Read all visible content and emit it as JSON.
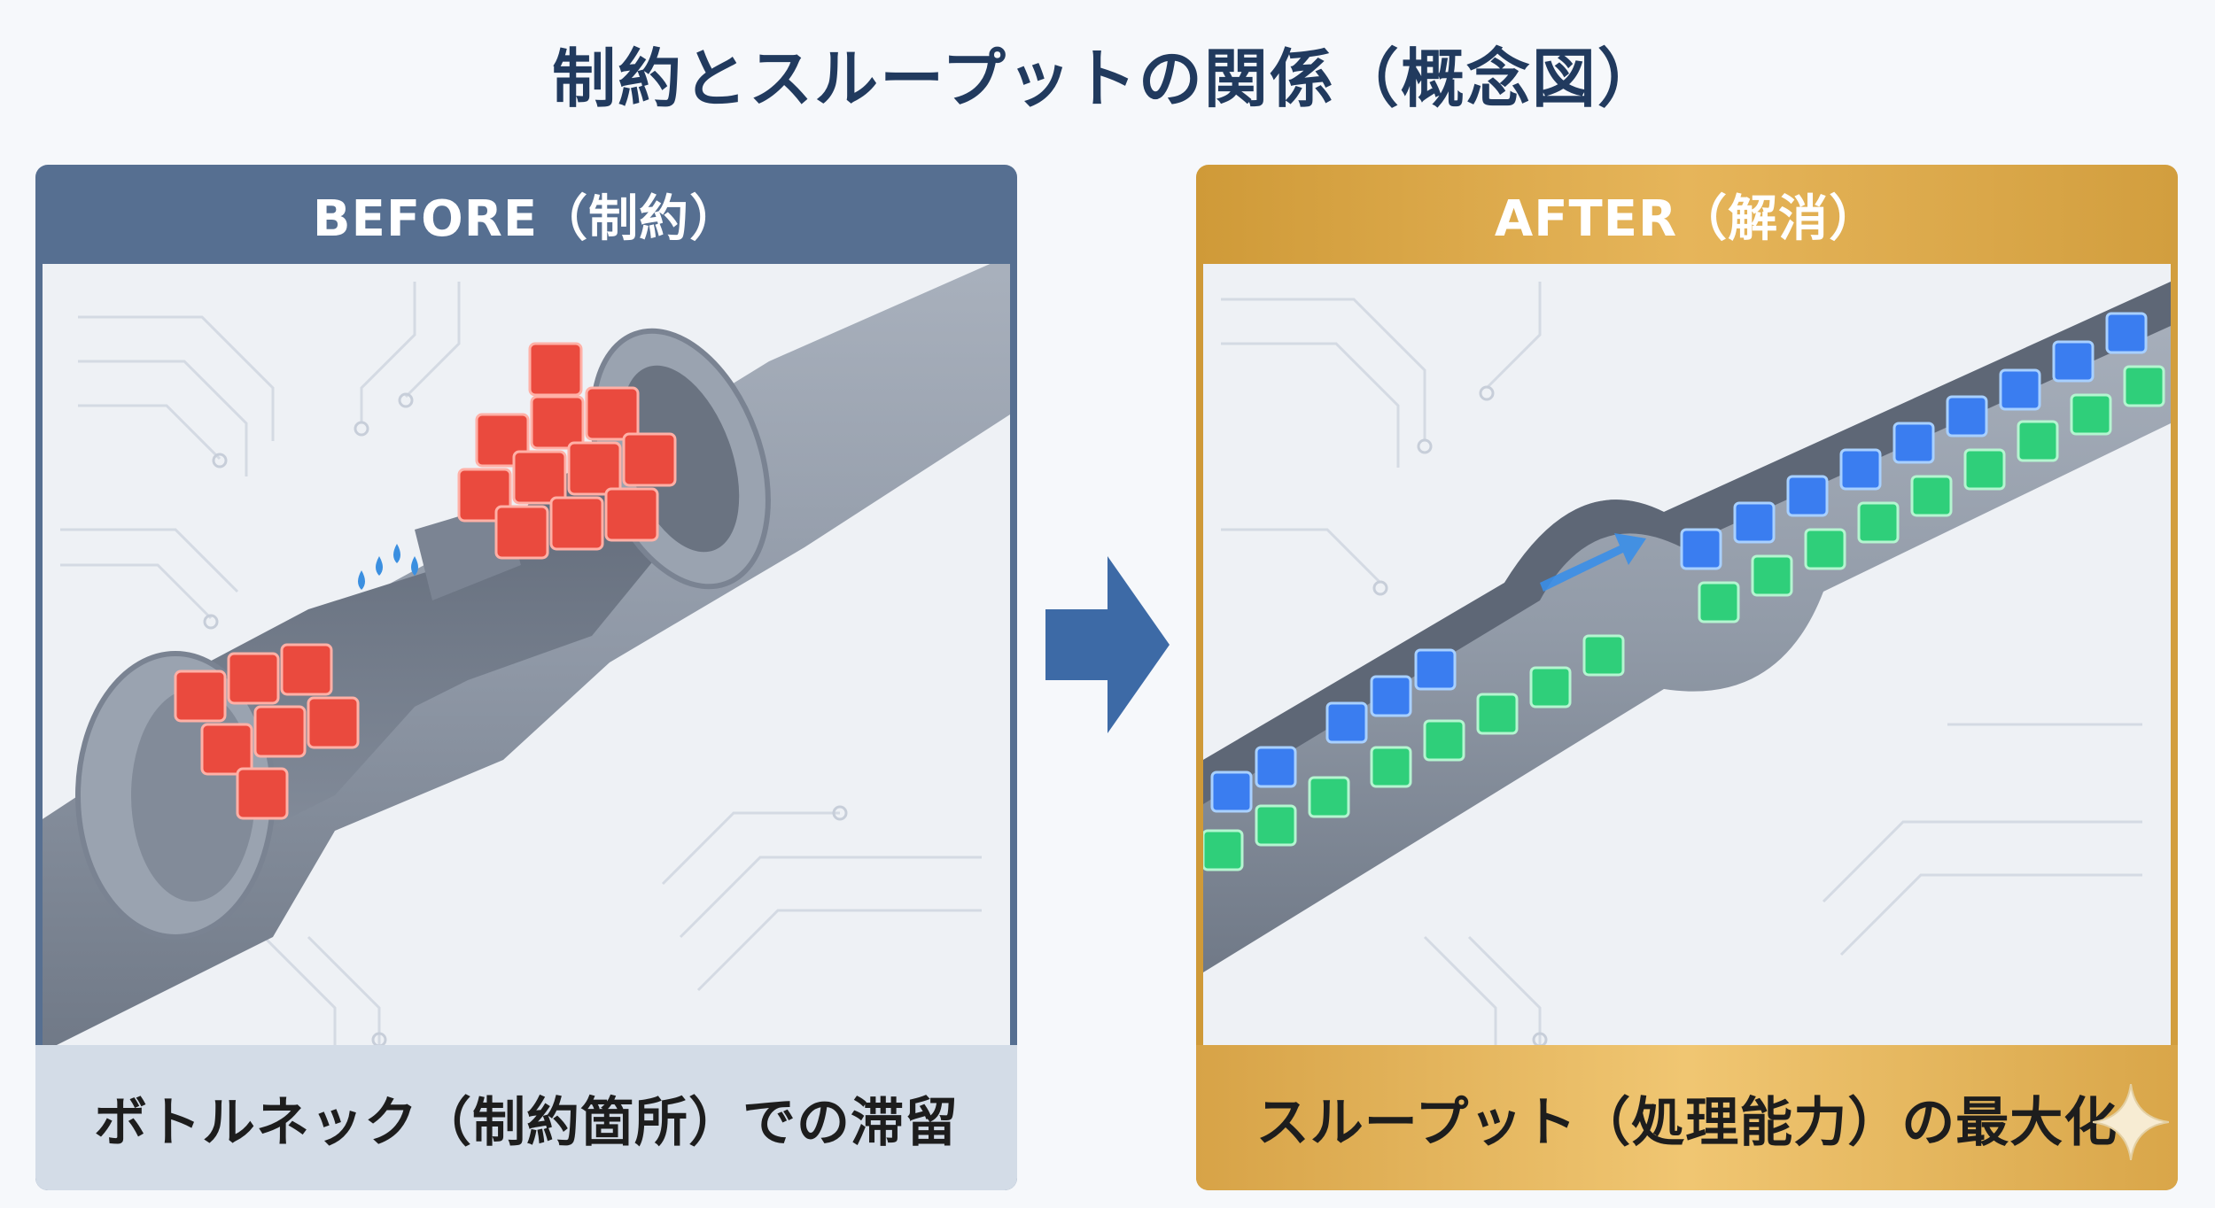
{
  "title": "制約とスループットの関係（概念図）",
  "before": {
    "header": "BEFORE（制約）",
    "caption": "ボトルネック（制約箇所）での滞留"
  },
  "after": {
    "header": "AFTER（解消）",
    "caption": "スループット（処理能力）の最大化"
  },
  "icons": {
    "transition_arrow": "right-arrow-icon",
    "sparkle": "sparkle-icon"
  },
  "colors": {
    "title": "#213a5e",
    "before_accent": "#566f91",
    "after_accent": "#d9a649",
    "blocked_block": "#e8463c",
    "flow_block_blue": "#3a7df0",
    "flow_block_green": "#2fcf7a"
  }
}
